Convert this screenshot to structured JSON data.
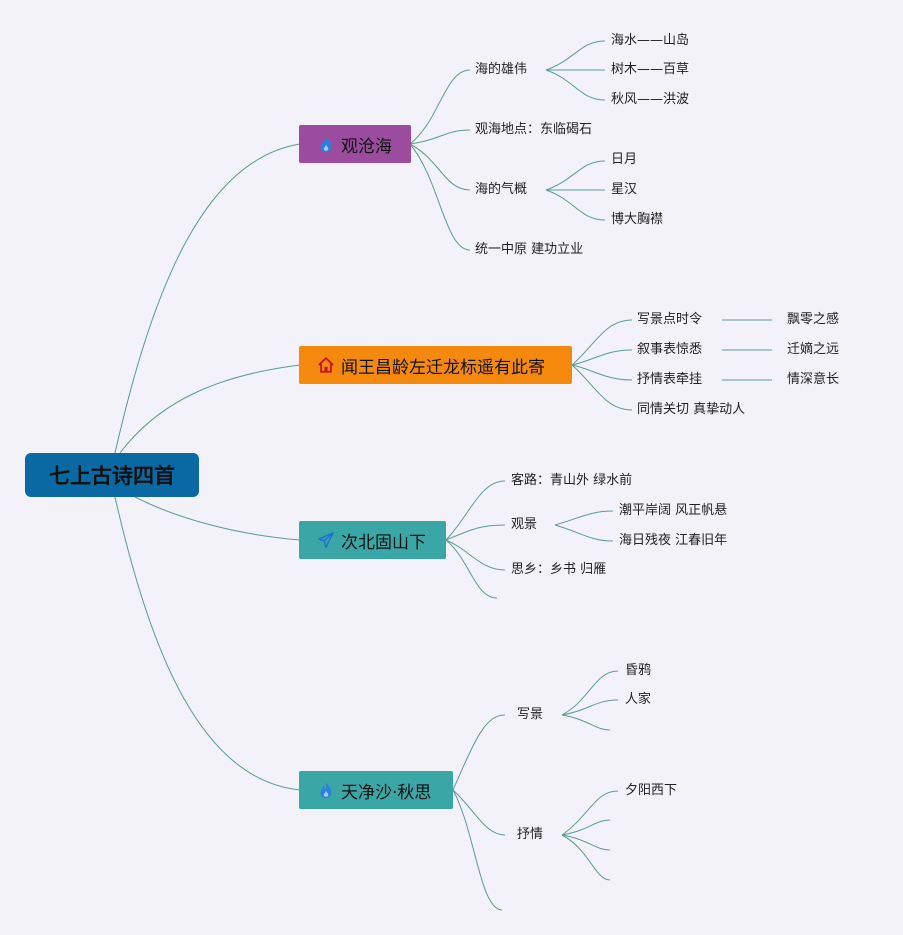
{
  "root": "七上古诗四首",
  "poems": [
    {
      "title": "观沧海",
      "icon": "flame-icon",
      "color": "#9b4c9e",
      "topics": [
        {
          "label": "海的雄伟",
          "items": [
            "海水——山岛",
            "树木——百草",
            "秋风——洪波"
          ]
        },
        {
          "label": "观海地点：东临碣石",
          "items": []
        },
        {
          "label": "海的气概",
          "items": [
            "日月",
            "星汉",
            "博大胸襟"
          ]
        },
        {
          "label": "统一中原 建功立业",
          "items": []
        }
      ]
    },
    {
      "title": "闻王昌龄左迁龙标遥有此寄",
      "icon": "home-icon",
      "color": "#f5890e",
      "topics": [
        {
          "label": "写景点时令",
          "items": [
            "飘零之感"
          ]
        },
        {
          "label": "叙事表惊悉",
          "items": [
            "迁嫡之远"
          ]
        },
        {
          "label": "抒情表牵挂",
          "items": [
            "情深意长"
          ]
        },
        {
          "label": "同情关切 真挚动人",
          "items": []
        }
      ]
    },
    {
      "title": "次北固山下",
      "icon": "paper-plane-icon",
      "color": "#3aa6a5",
      "topics": [
        {
          "label": "客路：青山外 绿水前",
          "items": []
        },
        {
          "label": "观景",
          "items": [
            "潮平岸阔 风正帆悬",
            "海日残夜 江春旧年"
          ]
        },
        {
          "label": "思乡：乡书 归雁",
          "items": []
        },
        {
          "label": "",
          "items": []
        }
      ]
    },
    {
      "title": "天净沙·秋思",
      "icon": "flame-icon",
      "color": "#3aa6a5",
      "topics": [
        {
          "label": "写景",
          "items": [
            "昏鸦",
            "人家",
            ""
          ]
        },
        {
          "label": "抒情",
          "items": [
            "夕阳西下",
            "",
            "",
            ""
          ]
        },
        {
          "label": "",
          "items": []
        }
      ]
    }
  ]
}
